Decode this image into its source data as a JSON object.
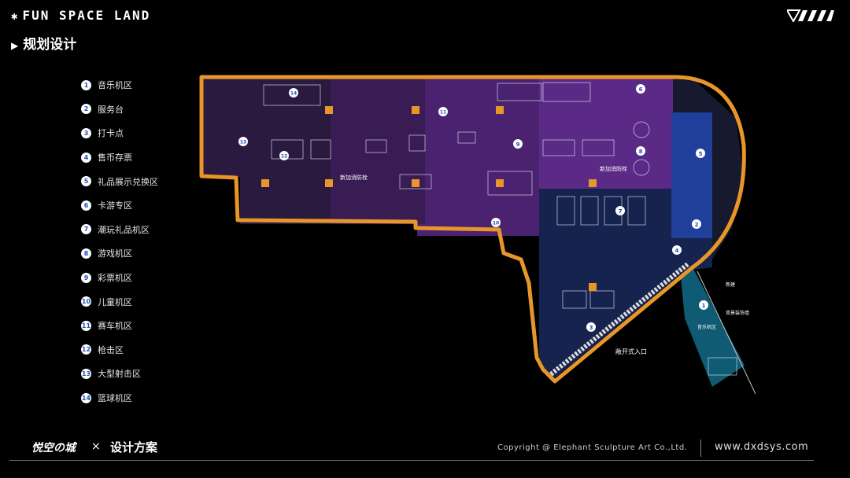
{
  "header": {
    "brand": "FUN SPACE LAND",
    "section_title": "规划设计"
  },
  "legend": [
    {
      "num": "1",
      "label": "音乐机区"
    },
    {
      "num": "2",
      "label": "服务台"
    },
    {
      "num": "3",
      "label": "打卡点"
    },
    {
      "num": "4",
      "label": "售币存票"
    },
    {
      "num": "5",
      "label": "礼品展示兑换区"
    },
    {
      "num": "6",
      "label": "卡游专区"
    },
    {
      "num": "7",
      "label": "潮玩礼品机区"
    },
    {
      "num": "8",
      "label": "游戏机区"
    },
    {
      "num": "9",
      "label": "彩票机区"
    },
    {
      "num": "10",
      "label": "儿童机区"
    },
    {
      "num": "11",
      "label": "赛车机区"
    },
    {
      "num": "12",
      "label": "枪击区"
    },
    {
      "num": "13",
      "label": "大型射击区"
    },
    {
      "num": "14",
      "label": "篮球机区"
    }
  ],
  "plan": {
    "label_new_fire_1": "新加消防栓",
    "label_new_fire_2": "新加消防栓",
    "label_entrance": "敞开式入口",
    "label_new_build": "新建",
    "label_backdrop": "背景装饰墙",
    "label_music_zone": "音乐机区",
    "colors": {
      "outline": "#e8962a",
      "zone_purple_dark": "#3a1c55",
      "zone_purple": "#4a2270",
      "zone_violet": "#5a2a86",
      "zone_blue": "#1a2a5a",
      "zone_teal": "#0f5b73",
      "badge_text": "#1f4fb8"
    }
  },
  "footer": {
    "logo_text": "悦空の城",
    "times": "×",
    "title": "设计方案",
    "copyright": "Copyright @ Elephant Sculpture Art Co.,Ltd.",
    "website": "www.dxdsys.com"
  }
}
